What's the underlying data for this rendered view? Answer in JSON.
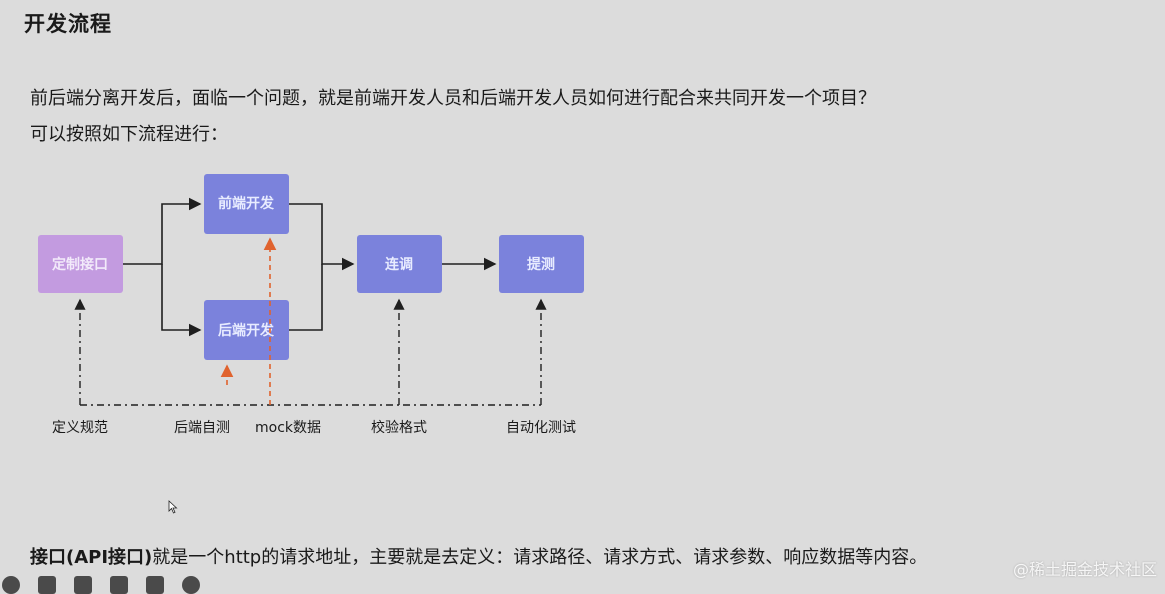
{
  "heading": "开发流程",
  "paragraph1": "前后端分离开发后，面临一个问题，就是前端开发人员和后端开发人员如何进行配合来共同开发一个项目？",
  "paragraph2": "可以按照如下流程进行：",
  "diagram": {
    "boxes": {
      "define": "定制接口",
      "frontend": "前端开发",
      "backend": "后端开发",
      "integrate": "连调",
      "test": "提测"
    },
    "labels": {
      "spec": "定义规范",
      "self_test": "后端自测",
      "mock": "mock数据",
      "validate": "校验格式",
      "auto_test": "自动化测试"
    },
    "colors": {
      "define_box": "#c39be0",
      "flow_box": "#7b82dc",
      "arrow": "#1f1f1f",
      "mock_arrow": "#e0632e"
    }
  },
  "bottom": {
    "bold_part": "接口(API接口)",
    "rest": "就是一个http的请求地址，主要就是去定义：请求路径、请求方式、请求参数、响应数据等内容。"
  },
  "watermark": "@稀土掘金技术社区"
}
